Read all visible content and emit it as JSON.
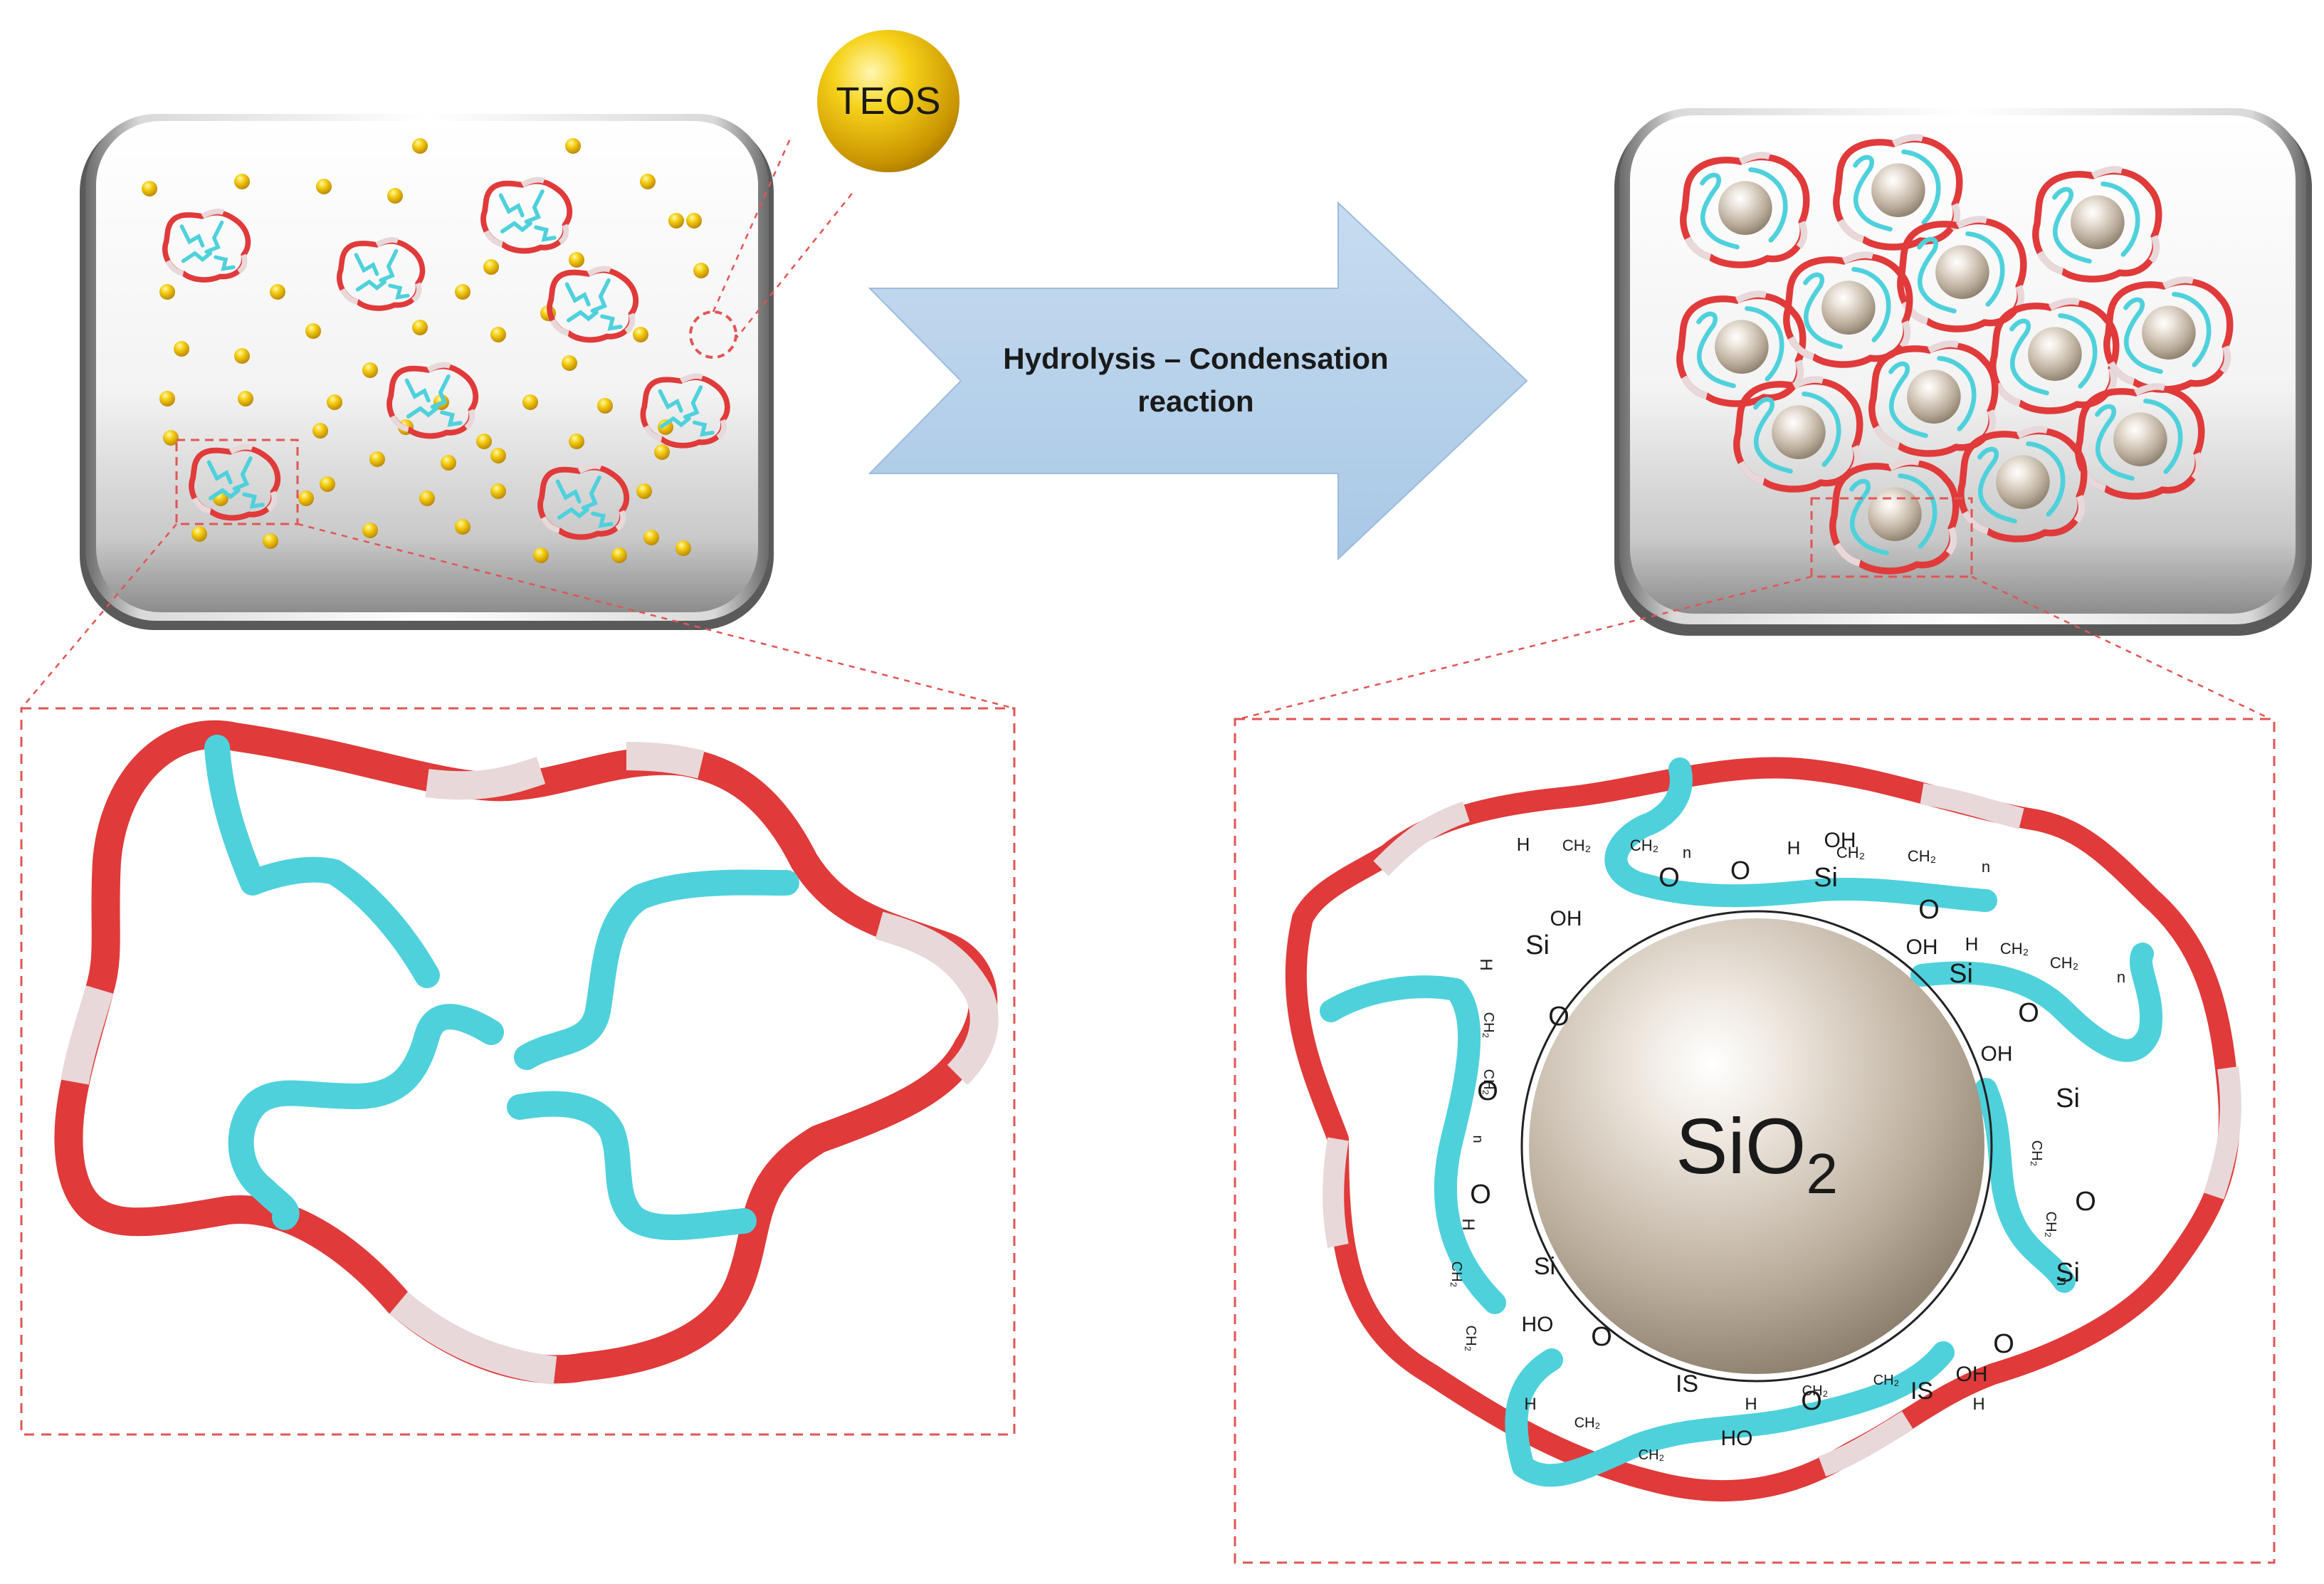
{
  "labels": {
    "teos": "TEOS",
    "arrow_line1": "Hydrolysis – Condensation",
    "arrow_line2": "reaction",
    "sio2_main": "SiO",
    "sio2_sub": "2"
  },
  "chem": {
    "si": "Si",
    "is": "IS",
    "o": "O",
    "oh": "OH",
    "ho": "HO",
    "h": "H",
    "ch2": "CH₂",
    "n": "n"
  },
  "colors": {
    "polymer_red": "#e03a3a",
    "polymer_pink": "#e8d8da",
    "cyan_chain": "#4fd1dc",
    "teos_yellow": "#f2c811",
    "arrow_fill": "#b7d3ec",
    "dashed": "#e15555",
    "panel_shadow": "#4a4a4a",
    "sphere": "#c9bcae"
  },
  "icons": {
    "teos_ball": "sphere",
    "arrow": "block-arrow-right",
    "micelle": "polymer-loop",
    "silica_particle": "sphere"
  }
}
